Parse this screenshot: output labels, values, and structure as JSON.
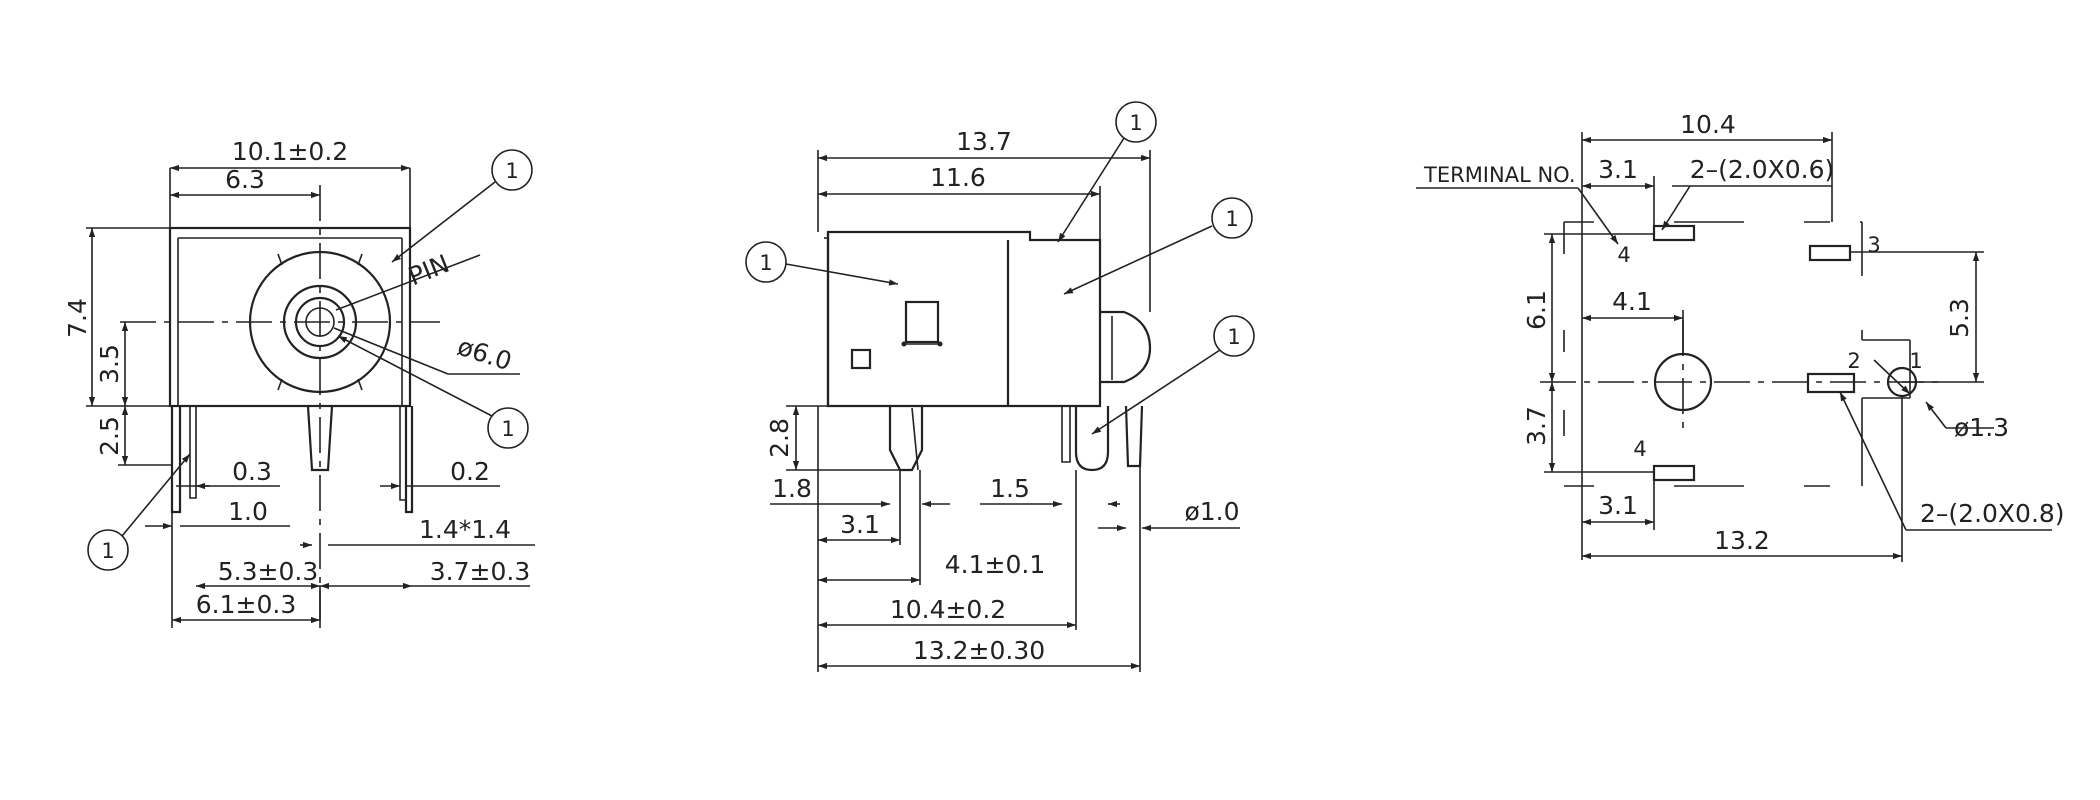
{
  "front_view": {
    "dim_width_overall": "10.1±0.2",
    "dim_center_x": "6.3",
    "dim_height": "7.4",
    "dim_center_y": "3.5",
    "dim_pin_length": "2.5",
    "dim_pin_thick_03": "0.3",
    "dim_pin_thick_02": "0.2",
    "dim_pin_width": "1.0",
    "dim_pin_section": "1.4*1.4",
    "dim_pin_pitch_a": "5.3±0.3",
    "dim_pin_pitch_b": "3.7±0.3",
    "dim_pin_pitch_c": "6.1±0.3",
    "label_pin": "PIN",
    "dim_bore": "ø6.0",
    "callout_top": "1",
    "callout_right": "1",
    "callout_left": "1"
  },
  "side_view": {
    "dim_overall": "13.7",
    "dim_body": "11.6",
    "dim_pin_height": "2.8",
    "dim_pin_offset": "1.8",
    "dim_pin_gap": "1.5",
    "dim_pin_dia": "ø1.0",
    "dim_pin_spacing_a": "3.1",
    "dim_pin_spacing_b": "4.1±0.1",
    "dim_pin_spacing_c": "10.4±0.2",
    "dim_pin_spacing_d": "13.2±0.30",
    "callout_top": "1",
    "callout_left": "1",
    "callout_mid": "1",
    "callout_lower": "1"
  },
  "footprint_view": {
    "label_terminal": "TERMINAL NO.",
    "dim_top_width": "10.4",
    "dim_top_offset": "3.1",
    "dim_slot_top": "2–(2.0X0.6)",
    "dim_height": "6.1",
    "dim_left_offset": "4.1",
    "dim_right_height": "5.3",
    "dim_lower_height": "3.7",
    "dim_hole": "ø1.3",
    "dim_bottom_offset": "3.1",
    "dim_bottom_width": "13.2",
    "dim_slot_bottom": "2–(2.0X0.8)",
    "terminal_4_top": "4",
    "terminal_3": "3",
    "terminal_2": "2",
    "terminal_1": "1",
    "terminal_4_bottom": "4"
  }
}
